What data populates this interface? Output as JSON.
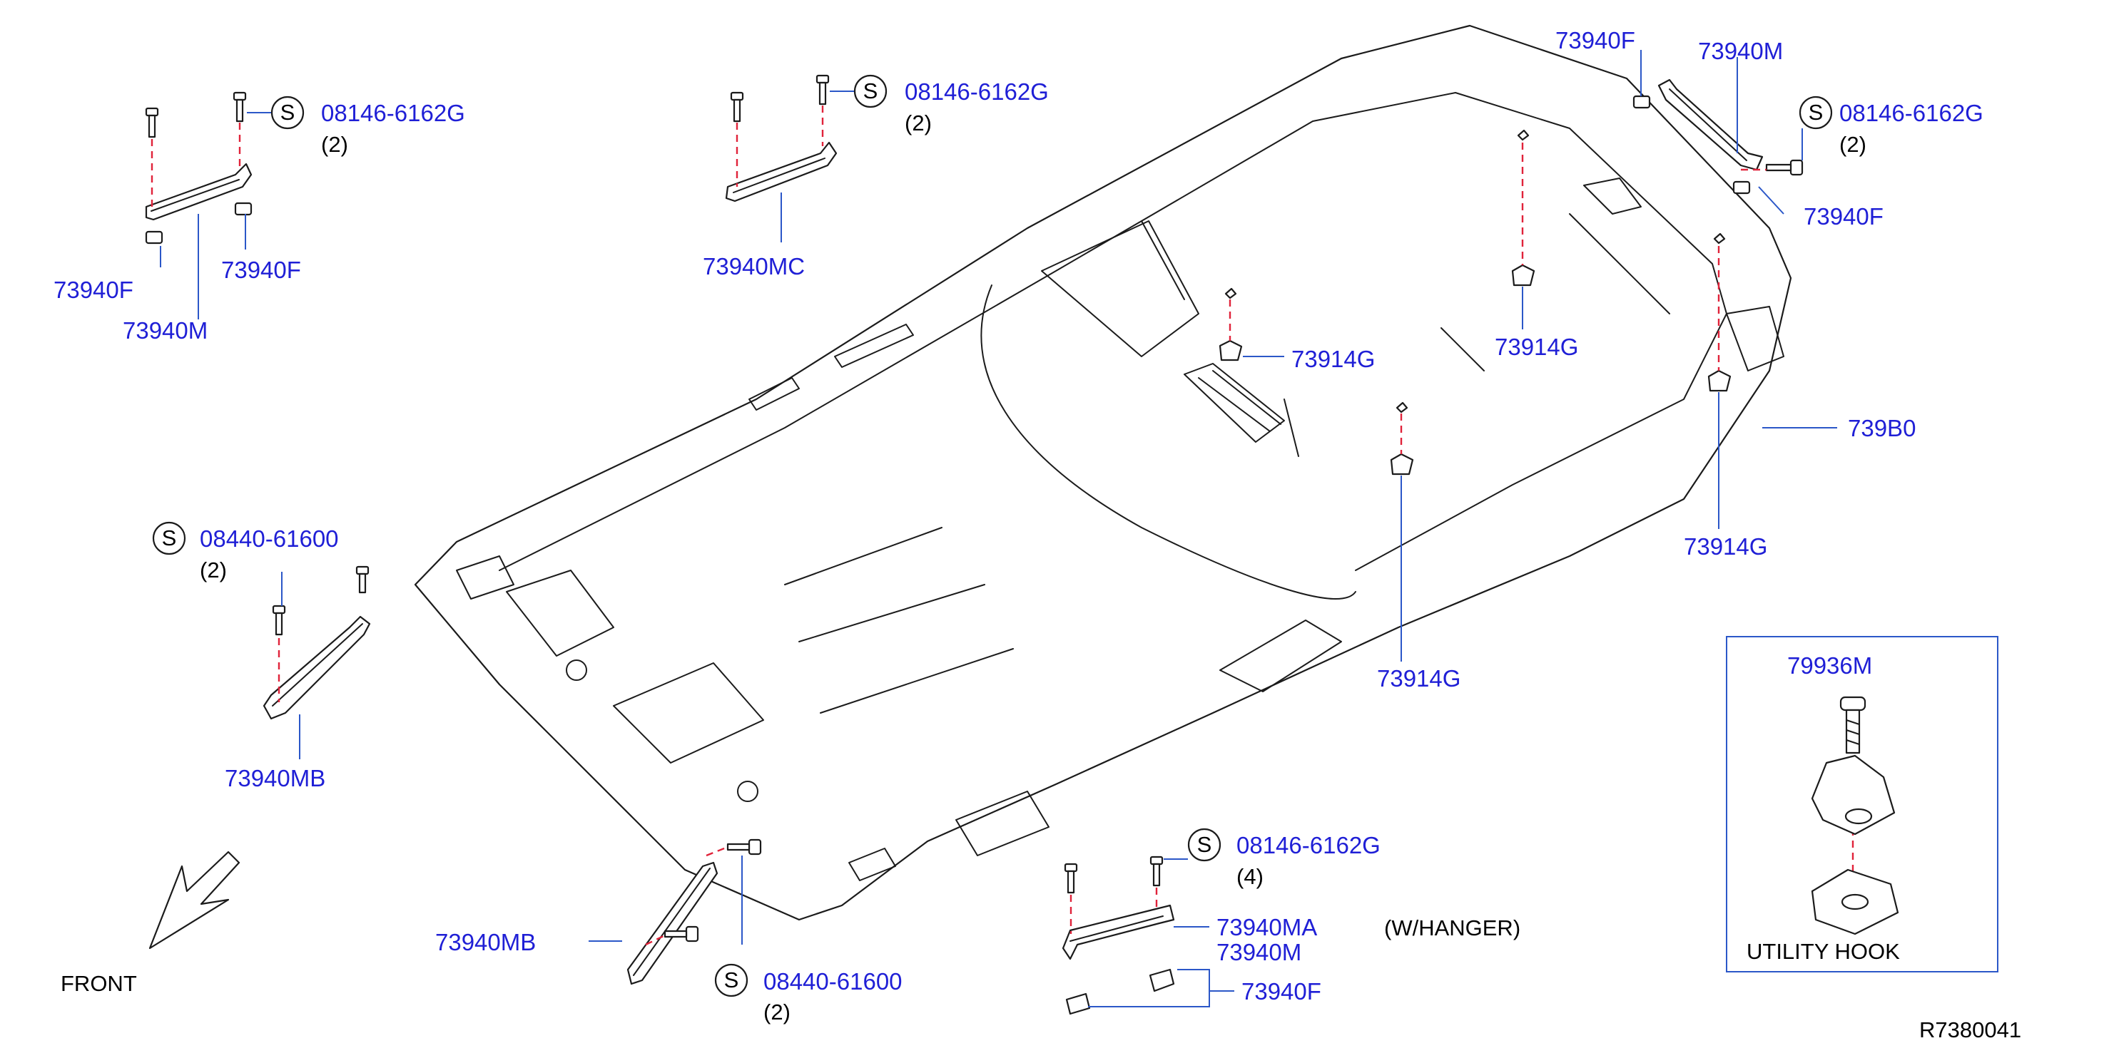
{
  "labels": {
    "p_73940F_tl_a": "73940F",
    "p_73940F_tl_b": "73940F",
    "p_73940M_tl": "73940M",
    "p_s_tl": "08146-6162G",
    "q_tl": "(2)",
    "p_73940MC": "73940MC",
    "p_s_tc": "08146-6162G",
    "q_tc": "(2)",
    "p_73914G_a": "73914G",
    "p_73914G_b": "73914G",
    "p_73914G_c": "73914G",
    "p_73914G_d": "73914G",
    "p_73940F_tr_a": "73940F",
    "p_73940M_tr": "73940M",
    "p_s_tr": "08146-6162G",
    "q_tr": "(2)",
    "p_73940F_tr_b": "73940F",
    "p_739B0": "739B0",
    "p_s_ml": "08440-61600",
    "q_ml": "(2)",
    "p_73940MB_a": "73940MB",
    "p_73940MB_b": "73940MB",
    "p_s_bl": "08440-61600",
    "q_bl": "(2)",
    "p_s_bc": "08146-6162G",
    "q_bc": "(4)",
    "p_73940MA": "73940MA",
    "p_73940M_bc": "73940M",
    "note_hanger": "(W/HANGER)",
    "p_73940F_bc": "73940F",
    "p_79936M": "79936M",
    "utility_hook": "UTILITY   HOOK",
    "front": "FRONT",
    "ref": "R7380041",
    "s_symbol": "S"
  },
  "colors": {
    "part_number": "#1f1fd6",
    "leader": "#2b57c8",
    "dash": "#e0233a",
    "outline": "#1b1b1b"
  }
}
